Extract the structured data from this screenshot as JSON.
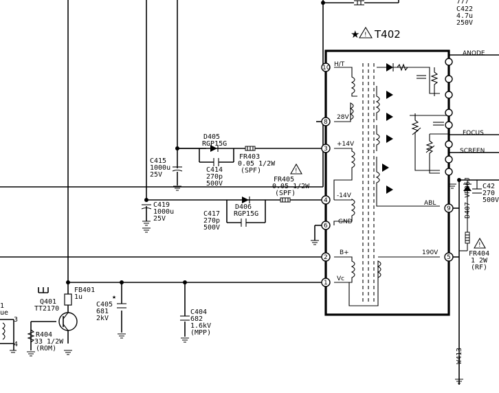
{
  "transformer": {
    "title": "T402",
    "pins": {
      "p10": "10",
      "p8": "8",
      "p3": "3",
      "p4": "4",
      "p6": "6",
      "p2": "2",
      "p1": "1",
      "p9": "9",
      "p5": "5"
    },
    "labels": {
      "ht": "H/T",
      "v28": "28V",
      "v14p": "+14V",
      "v14n": "-14V",
      "gnd": "GND",
      "bplus": "B+",
      "vc": "Vc",
      "anode": "ANODE",
      "focus": "FOCUS",
      "screen": "SCREEN",
      "abl": "ABL",
      "v190": "190V"
    }
  },
  "components": {
    "c422": [
      "C422",
      "4.7u",
      "250V"
    ],
    "d405": [
      "D405",
      "RGP15G"
    ],
    "c415": [
      "C415",
      "1000u",
      "25V"
    ],
    "c414": [
      "C414",
      "270p",
      "500V"
    ],
    "fr403": [
      "FR403",
      "0.05 1/2W",
      "(SPF)"
    ],
    "fr405": [
      "FR405",
      "0.05 1/2W",
      "(SPF)"
    ],
    "c419": [
      "C419",
      "1000u",
      "25V"
    ],
    "c417": [
      "C417",
      "270p",
      "500V"
    ],
    "d406": [
      "D406",
      "RGP15G"
    ],
    "fb401": [
      "FB401",
      "1u"
    ],
    "q401": [
      "Q401",
      "TT2170"
    ],
    "c405": [
      "C405",
      "681",
      "2kV"
    ],
    "c404": [
      "C404",
      "682",
      "1.6kV",
      "(MPP)"
    ],
    "r404": [
      "R404",
      "33 1/2W",
      "(ROM)"
    ],
    "fr404": [
      "FR404",
      "1 2W",
      "(RF)"
    ],
    "d407": "D407 VR06J",
    "c42x": [
      "C42",
      "270",
      "500V"
    ],
    "w413": "W413",
    "edge_label": [
      "1",
      "ue"
    ],
    "t_pins": [
      "3",
      "4"
    ]
  }
}
